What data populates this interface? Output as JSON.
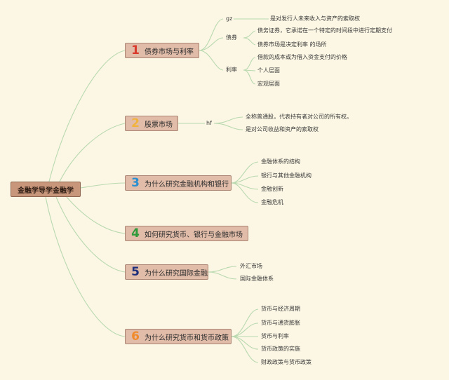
{
  "root": "金融学导学金融学",
  "colors": {
    "background": "#fcf7e4",
    "branch_line": "#b9d9b0",
    "root_fill": "#c8967a",
    "topic_fill": "#e0bca9",
    "num1": "#d93a2b",
    "num2": "#f2b33d",
    "num3": "#2a8fd0",
    "num4": "#2f9a3a",
    "num5": "#1d2f7a",
    "num6": "#f08a2a"
  },
  "topics": [
    {
      "num": "1",
      "label": "债券市场与利率",
      "subs": [
        {
          "label": "gz",
          "leaves": [
            "是对发行人未来收入与资产的索取权"
          ]
        },
        {
          "label": "债券",
          "leaves": [
            "债务证券，它承诺在一个特定的时间段中进行定期支付",
            "债券市场是决定利率 的场所"
          ]
        },
        {
          "label": "利率",
          "leaves": [
            "借款的成本或为借入资金支付的价格",
            "个人层面",
            "宏观层面"
          ]
        }
      ]
    },
    {
      "num": "2",
      "label": "股票市场",
      "subs": [
        {
          "label": "hf",
          "leaves": [
            "全称普通股，代表持有者对公司的所有权。",
            "是对公司收益和资产的索取权"
          ]
        }
      ]
    },
    {
      "num": "3",
      "label": "为什么研究金融机构和银行",
      "leaves": [
        "金融体系的结构",
        "银行与其他金融机构",
        "金融创新",
        "金融危机"
      ]
    },
    {
      "num": "4",
      "label": "如何研究货币、银行与金融市场",
      "leaves": []
    },
    {
      "num": "5",
      "label": "为什么研究国际金融",
      "leaves": [
        "外汇市场",
        "国际金融体系"
      ]
    },
    {
      "num": "6",
      "label": "为什么研究货币和货币政策",
      "leaves": [
        "货币与经济周期",
        "货币与通货膨胀",
        "货币与利率",
        "货币政策的实施",
        "财政政策与货币政策"
      ]
    }
  ]
}
